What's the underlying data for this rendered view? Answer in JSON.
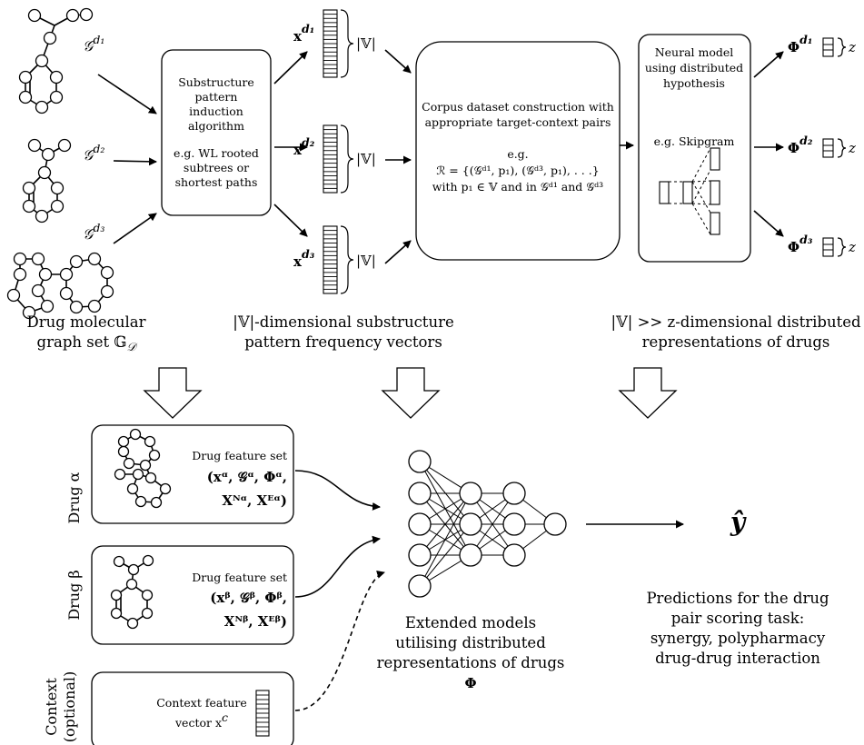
{
  "graphs": {
    "g1": "𝒢",
    "g1_sup": "d₁",
    "g2": "𝒢",
    "g2_sup": "d₂",
    "g3": "𝒢",
    "g3_sup": "d₃"
  },
  "induction_box": {
    "line1": "Substructure",
    "line2": "pattern",
    "line3": "induction",
    "line4": "algorithm",
    "line5": "e.g. WL rooted",
    "line6": "subtrees or",
    "line7": "shortest paths"
  },
  "freq_vectors": {
    "x1": "x",
    "x1_sup": "d₁",
    "x2": "x",
    "x2_sup": "d₂",
    "x3": "x",
    "x3_sup": "d₃",
    "size": "|𝕍|"
  },
  "corpus_box": {
    "line1": "Corpus dataset construction with",
    "line2": "appropriate target-context pairs",
    "line3": "e.g.",
    "line4": "ℛ = {(𝒢ᵈ¹, p₁), (𝒢ᵈ³, p₁), . . .}",
    "line5": "with p₁ ∈ 𝕍 and in 𝒢ᵈ¹ and 𝒢ᵈ³"
  },
  "neural_box": {
    "line1": "Neural model",
    "line2": "using distributed",
    "line3": "hypothesis",
    "line4": "e.g. Skipgram"
  },
  "embeddings": {
    "phi1": "Φ",
    "phi1_sup": "d₁",
    "phi2": "Φ",
    "phi2_sup": "d₂",
    "phi3": "Φ",
    "phi3_sup": "d₃",
    "dim": "z"
  },
  "captions": {
    "graph_set_1": "Drug molecular",
    "graph_set_2": "graph set 𝔾",
    "graph_set_sub": "𝒟",
    "vectors_1": "|𝕍|-dimensional substructure",
    "vectors_2": "pattern frequency vectors",
    "repr_1": "|𝕍| >> z-dimensional distributed",
    "repr_2": "representations of drugs"
  },
  "drug_alpha": {
    "side_label": "Drug α",
    "title": "Drug feature set",
    "line2": "(xᵅ, 𝒢ᵅ, Φᵅ,",
    "line3": "X",
    "line3_rest": "ᴺᵅ, Xᴱᵅ)"
  },
  "drug_beta": {
    "side_label": "Drug β",
    "title": "Drug feature set",
    "line2": "(xᵝ, 𝒢ᵝ, Φᵝ,",
    "line3": "X",
    "line3_rest": "ᴺᵝ, Xᴱᵝ)"
  },
  "context": {
    "side_label_1": "Context",
    "side_label_2": "(optional)",
    "line1": "Context feature",
    "line2": "vector x",
    "line2_sup": "c"
  },
  "model": {
    "line1": "Extended models",
    "line2": "utilising distributed",
    "line3": "representations of drugs",
    "line4": "Φ"
  },
  "output": {
    "symbol": "ŷ",
    "line1": "Predictions for the drug",
    "line2": "pair scoring task:",
    "line3": "synergy, polypharmacy",
    "line4": "drug-drug interaction"
  }
}
